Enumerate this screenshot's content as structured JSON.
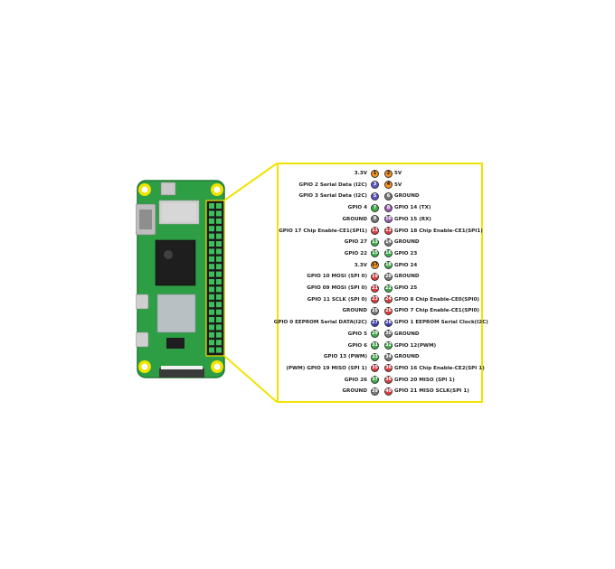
{
  "colors": {
    "power3v3": "#f7941d",
    "power5v": "#f7941d",
    "ground": "#7a7a7a",
    "gpio": "#3fae49",
    "i2c": "#5b57c9",
    "uart": "#a25fb8",
    "spi": "#e23a3a",
    "eeprom": "#3d41b8",
    "frame": "#f2e200",
    "board": "#2e9e45"
  },
  "pins": [
    {
      "n": 1,
      "label": "3.3V",
      "kind": "power3v3"
    },
    {
      "n": 2,
      "label": "5V",
      "kind": "power5v"
    },
    {
      "n": 3,
      "label": "GPIO 2 Serial Data (I2C)",
      "kind": "i2c"
    },
    {
      "n": 4,
      "label": "5V",
      "kind": "power5v"
    },
    {
      "n": 5,
      "label": "GPIO 3 Serial Data (I2C)",
      "kind": "i2c"
    },
    {
      "n": 6,
      "label": "GROUND",
      "kind": "ground"
    },
    {
      "n": 7,
      "label": "GPIO 4",
      "kind": "gpio"
    },
    {
      "n": 8,
      "label": "GPIO 14 (TX)",
      "kind": "uart"
    },
    {
      "n": 9,
      "label": "GROUND",
      "kind": "ground"
    },
    {
      "n": 10,
      "label": "GPIO 15 (RX)",
      "kind": "uart"
    },
    {
      "n": 11,
      "label": "GPIO 17 Chip Enable-CE1(SPI1)",
      "kind": "spi"
    },
    {
      "n": 12,
      "label": "GPIO 18 Chip Enable-CE1(SPI1)",
      "kind": "spi"
    },
    {
      "n": 13,
      "label": "GPIO 27",
      "kind": "gpio"
    },
    {
      "n": 14,
      "label": "GROUND",
      "kind": "ground"
    },
    {
      "n": 15,
      "label": "GPIO 22",
      "kind": "gpio"
    },
    {
      "n": 16,
      "label": "GPIO 23",
      "kind": "gpio"
    },
    {
      "n": 17,
      "label": "3.3V",
      "kind": "power3v3"
    },
    {
      "n": 18,
      "label": "GPIO 24",
      "kind": "gpio"
    },
    {
      "n": 19,
      "label": "GPIO 10 MOSI (SPI 0)",
      "kind": "spi"
    },
    {
      "n": 20,
      "label": "GROUND",
      "kind": "ground"
    },
    {
      "n": 21,
      "label": "GPIO 09 MOSI (SPI 0)",
      "kind": "spi"
    },
    {
      "n": 22,
      "label": "GPIO 25",
      "kind": "gpio"
    },
    {
      "n": 23,
      "label": "GPIO 11 SCLK (SPI 0)",
      "kind": "spi"
    },
    {
      "n": 24,
      "label": "GPIO 8 Chip Enable-CE0(SPI0)",
      "kind": "spi"
    },
    {
      "n": 25,
      "label": "GROUND",
      "kind": "ground"
    },
    {
      "n": 26,
      "label": "GPIO 7 Chip Enable-CE1(SPI0)",
      "kind": "spi"
    },
    {
      "n": 27,
      "label": "GPIO 0 EEPROM Serial DATA(I2C)",
      "kind": "eeprom"
    },
    {
      "n": 28,
      "label": "GPIO 1 EEPROM Serial Clock(I2C)",
      "kind": "eeprom"
    },
    {
      "n": 29,
      "label": "GPIO 5",
      "kind": "gpio"
    },
    {
      "n": 30,
      "label": "GROUND",
      "kind": "ground"
    },
    {
      "n": 31,
      "label": "GPIO 6",
      "kind": "gpio"
    },
    {
      "n": 32,
      "label": "GPIO 12(PWM)",
      "kind": "gpio"
    },
    {
      "n": 33,
      "label": "GPIO 13 (PWM)",
      "kind": "gpio"
    },
    {
      "n": 34,
      "label": "GROUND",
      "kind": "ground"
    },
    {
      "n": 35,
      "label": "(PWM) GPIO 19 MISO (SPI 1)",
      "kind": "spi"
    },
    {
      "n": 36,
      "label": "GPIO 16 Chip Enable-CE2(SPI 1)",
      "kind": "spi"
    },
    {
      "n": 37,
      "label": "GPIO 26",
      "kind": "gpio"
    },
    {
      "n": 38,
      "label": "GPIO 20 MISO (SPI 1)",
      "kind": "spi"
    },
    {
      "n": 39,
      "label": "GROUND",
      "kind": "ground"
    },
    {
      "n": 40,
      "label": "GPIO 21 MISO SCLK(SPI 1)",
      "kind": "spi"
    }
  ]
}
